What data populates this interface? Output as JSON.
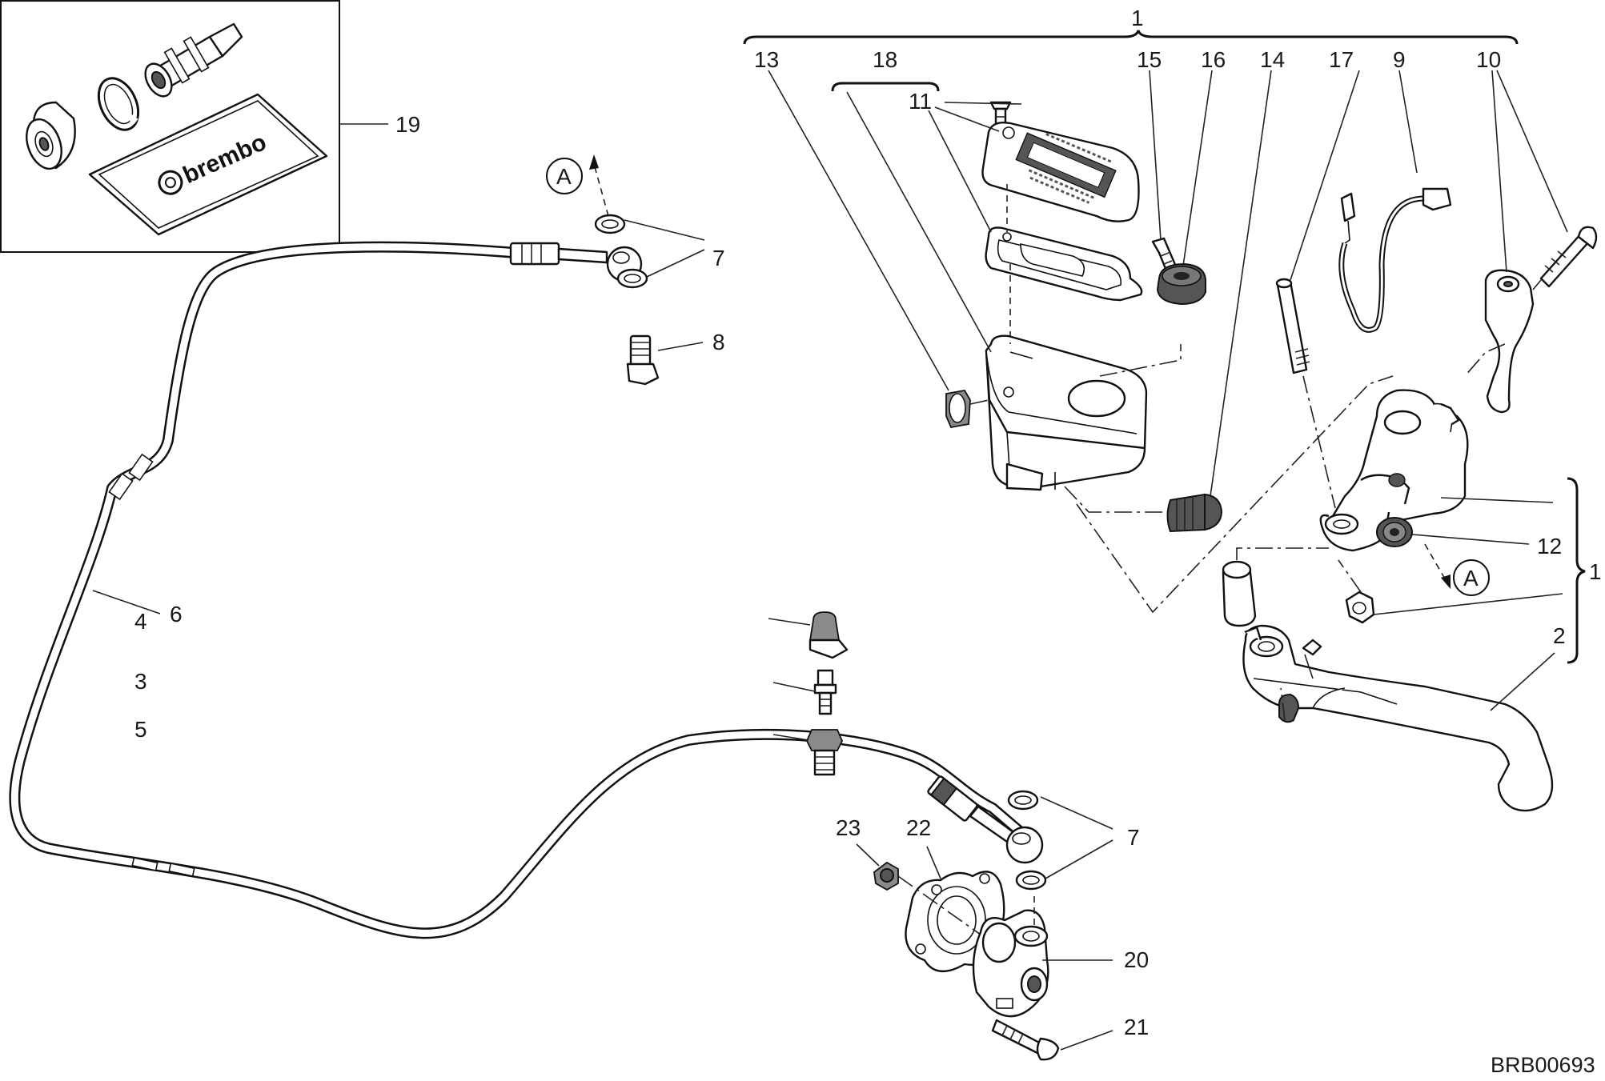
{
  "drawing_code": "BRB00693",
  "view_ref": "A",
  "kit_logo": "brembo",
  "callouts": {
    "c1_top": "1",
    "c1_side": "1",
    "c2": "2",
    "c3": "3",
    "c4": "4",
    "c5": "5",
    "c6": "6",
    "c7_upper": "7",
    "c7_lower": "7",
    "c8": "8",
    "c9": "9",
    "c10": "10",
    "c11": "11",
    "c12": "12",
    "c13": "13",
    "c14": "14",
    "c15": "15",
    "c16": "16",
    "c17": "17",
    "c18": "18",
    "c19": "19",
    "c20": "20",
    "c21": "21",
    "c22": "22",
    "c23": "23"
  }
}
